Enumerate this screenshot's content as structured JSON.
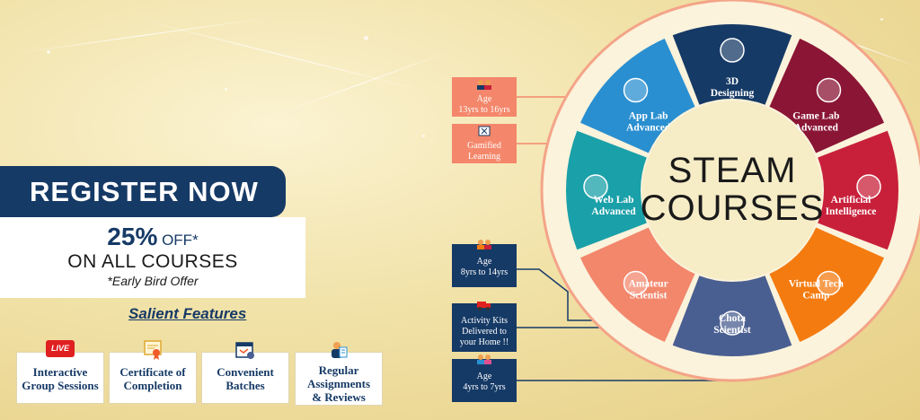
{
  "register": {
    "title": "REGISTER NOW"
  },
  "offer": {
    "percent": "25%",
    "off": "OFF*",
    "line2": "ON ALL COURSES",
    "line3": "*Early Bird Offer"
  },
  "salient": {
    "title": "Salient Features"
  },
  "features": [
    {
      "icon": "live-badge-icon",
      "badge": "LIVE",
      "line1": "Interactive",
      "line2": "Group Sessions"
    },
    {
      "icon": "certificate-icon",
      "line1": "Certificate of",
      "line2": "Completion"
    },
    {
      "icon": "calendar-icon",
      "line1": "Convenient",
      "line2": "Batches"
    },
    {
      "icon": "assignments-icon",
      "line1": "Regular",
      "line2": "Assignments",
      "line3": "& Reviews"
    }
  ],
  "callouts": [
    {
      "icon": "kids-icon",
      "line1": "Age",
      "line2": "13yrs to 16yrs"
    },
    {
      "icon": "gamified-icon",
      "line1": "Gamified",
      "line2": "Learning"
    },
    {
      "icon": "kids-icon",
      "line1": "Age",
      "line2": "8yrs to 14yrs"
    },
    {
      "icon": "delivery-truck-icon",
      "line1": "Activity Kits",
      "line2": "Delivered to",
      "line3": "your Home !!"
    },
    {
      "icon": "kids-icon",
      "line1": "Age",
      "line2": "4yrs to 7yrs"
    }
  ],
  "wheel": {
    "center_line1": "STEAM",
    "center_line2": "COURSES",
    "segments": [
      {
        "line1": "3D",
        "line2": "Designing",
        "color": "#163a66",
        "icon": "cube-screen-icon"
      },
      {
        "line1": "Game Lab",
        "line2": "Advanced",
        "color": "#8a1535",
        "icon": "gamepad-icon"
      },
      {
        "line1": "Artificial",
        "line2": "Intelligence",
        "color": "#c8203a",
        "icon": "ai-head-icon"
      },
      {
        "line1": "Virtual Tech",
        "line2": "Camp",
        "color": "#f47b10",
        "icon": "chart-screen-icon"
      },
      {
        "line1": "Chota",
        "line2": "Scientist",
        "color": "#4a5f91",
        "icon": "girl-icon"
      },
      {
        "line1": "Amateur",
        "line2": "Scientist",
        "color": "#f2876c",
        "icon": "scientist-icon"
      },
      {
        "line1": "Web Lab",
        "line2": "Advanced",
        "color": "#1aa0a8",
        "icon": "globe-icon"
      },
      {
        "line1": "App Lab",
        "line2": "Advanced",
        "color": "#2a8fd0",
        "icon": "phone-touch-icon"
      }
    ]
  }
}
